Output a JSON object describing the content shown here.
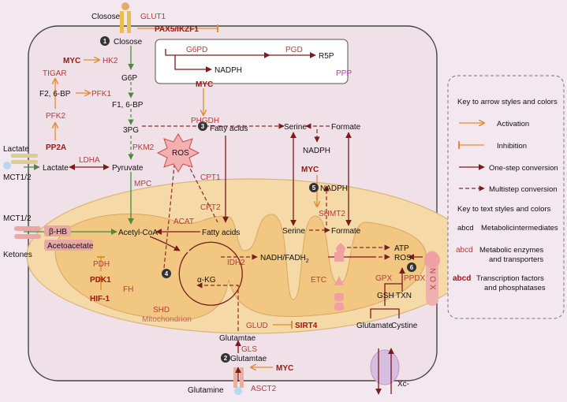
{
  "colors": {
    "background": "#f3e8ef",
    "cell": "#f0e0e8",
    "mitochondrion": "#f5d9a6",
    "conversion": "#7a1c1c",
    "activation": "#e08c2c",
    "tf_text": "#a31414",
    "enzyme_text": "#b83a3a"
  },
  "transport": {
    "closose_out": "Closose",
    "glut1": "GLUT1",
    "lactate_out": "Lactate",
    "mct12_a": "MCT1/2",
    "mct12_b": "MCT1/2",
    "ketones": "Ketones",
    "glutamine": "Glutamine",
    "asct2": "ASCT2",
    "xc": "Xc-"
  },
  "steps": {
    "n1": "1",
    "n2": "2",
    "n3": "3",
    "n4": "4",
    "n5": "5",
    "n6": "6"
  },
  "metabolites": {
    "closose_in": "Closose",
    "g6p": "G6P",
    "f2_6bp": "F2, 6-BP",
    "f1_6bp": "F1, 6-BP",
    "pg3": "3PG",
    "pyruvate": "Pyruvate",
    "lactate": "Lactate",
    "nadph_ppp": "NADPH",
    "r5p": "R5P",
    "fatty_acids_cyt": "Fatty acids",
    "fatty_acids_mito": "Fatty acids",
    "acetyl_coa": "Acetyl-CoA",
    "bhb": "β-HB",
    "acetoacetate": "Acetoacetate",
    "serine_cyt": "Serine",
    "formate_cyt": "Formate",
    "nadph_cyt": "NADPH",
    "nadph_mito": "NADPH",
    "serine_mito": "Serine",
    "formate_mito": "Formate",
    "nadh_fadh": "NADH/FADH",
    "nadh_fadh_sub": "2",
    "akg": "α-KG",
    "atp": "ATP",
    "ros_mito": "ROS",
    "ros_star": "ROS",
    "gsh": "GSH",
    "txn": "TXN",
    "glutamate": "Glutamate",
    "cystine": "Cystine",
    "glutamtae_a": "Glutamtae",
    "glutamtae_b": "Glutamtae"
  },
  "enzymes": {
    "g6pd": "G6PD",
    "pgd": "PGD",
    "hk2": "HK2",
    "tigar": "TIGAR",
    "pfk1": "PFK1",
    "pfk2": "PFK2",
    "phgdh": "PHGDH",
    "pkm2": "PKM2",
    "ldha": "LDHA",
    "mpc": "MPC",
    "cpt1": "CPT1",
    "cpt2": "CPT2",
    "acat": "ACAT",
    "shmt2": "SHMT2",
    "idh2": "IDH2",
    "pdh": "PDH",
    "fh": "FH",
    "shd": "SHD",
    "glud": "GLUD",
    "etc": "ETC",
    "gpx": "GPX",
    "ppdx": "PPDX",
    "gls": "GLS"
  },
  "factors": {
    "pax5_ikzf1": "PAX5/IKZF1",
    "myc_hk2": "MYC",
    "myc_phgdh": "MYC",
    "myc_shmt2": "MYC",
    "myc_glut": "MYC",
    "pp2a": "PP2A",
    "pdk1": "PDK1",
    "hif1": "HIF-1",
    "sirt4": "SIRT4"
  },
  "labels": {
    "ppp": "PPP",
    "mitochondrion": "Mitochondrion",
    "nox": "NOX"
  },
  "legend": {
    "arrow_title": "Key to arrow styles and colors",
    "activation": "Activation",
    "inhibition": "Inhibition",
    "one_step": "One-step conversion",
    "multi_step": "Multistep conversion",
    "text_title": "Key to text styles and colors",
    "sample": "abcd",
    "metab_desc": "Metabolicintermediates",
    "enz_desc_1": "Metabolic enzymes",
    "enz_desc_2": "and transporters",
    "tf_desc_1": "Transcription factors",
    "tf_desc_2": "and phosphatases"
  }
}
